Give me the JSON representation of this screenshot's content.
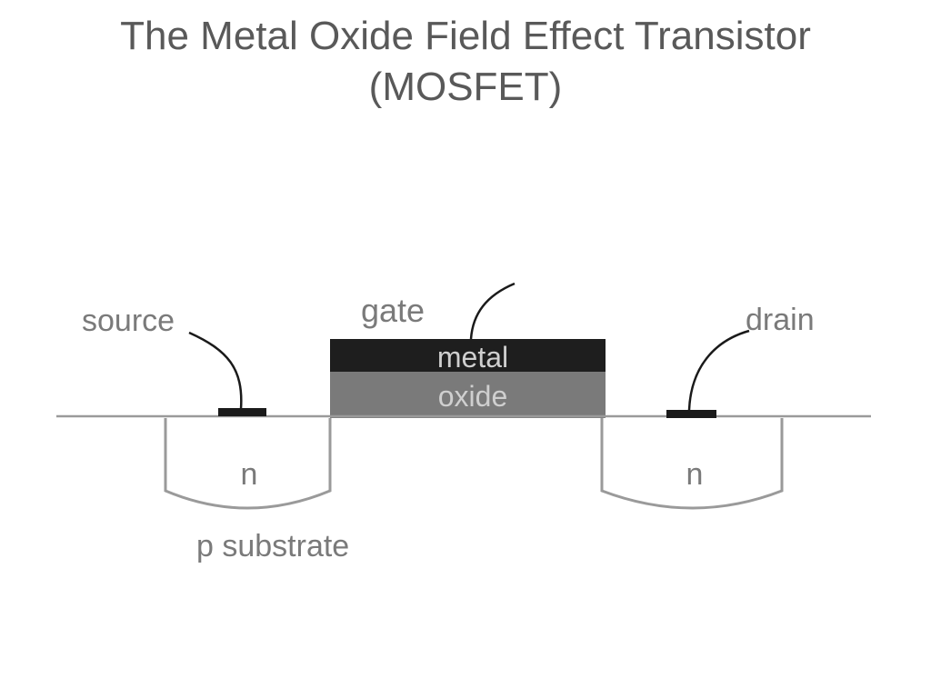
{
  "title": {
    "line1": "The Metal Oxide Field Effect Transistor",
    "line2": "(MOSFET)"
  },
  "labels": {
    "source": "source",
    "gate": "gate",
    "drain": "drain",
    "metal": "metal",
    "oxide": "oxide",
    "n_left": "n",
    "n_right": "n",
    "substrate": "p substrate"
  },
  "colors": {
    "background": "#ffffff",
    "title_text": "#595959",
    "label_text": "#7a7a7a",
    "metal": "#1e1e1e",
    "oxide": "#7a7a7a",
    "lines": "#9a9a9a",
    "contacts": "#1a1a1a"
  }
}
